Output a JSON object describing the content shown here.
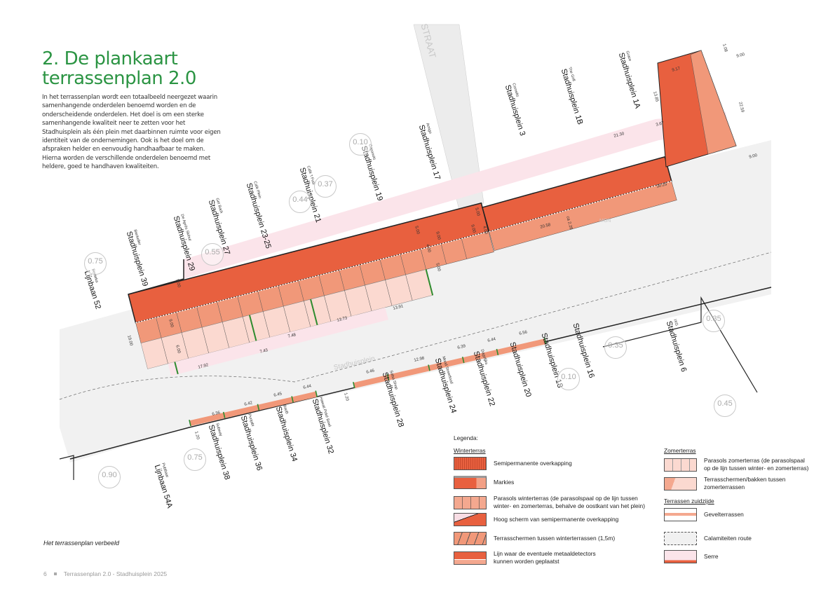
{
  "title": {
    "line1": "2. De plankaart",
    "line2": "terrassenplan 2.0"
  },
  "intro": "In het terrassenplan wordt een totaalbeeld neergezet waarin samenhangende onderdelen benoemd worden en de onderscheidende onderdelen. Het doel is om een sterke samenhangende kwaliteit neer te zetten voor het Stadhuisplein als één plein met daarbinnen ruimte voor eigen identiteit van de ondernemingen. Ook is het doel om de afspraken helder en eenvoudig handhaafbaar te maken. Hierna worden de verschillende onderdelen benoemd met heldere, goed te handhaven kwaliteiten.",
  "caption": "Het terrassenplan verbeeld",
  "footer": {
    "page": "6",
    "text": "Terrassenplan 2.0 - Stadhuisplein 2025"
  },
  "colors": {
    "accent": "#2b9443",
    "winter": "#e8603f",
    "winter_light": "#f4a88f",
    "zomer": "#fbd9d0",
    "serre": "#fbe4ea",
    "plaza": "#efefef"
  },
  "map": {
    "street_top": "STRAAT",
    "plaza_name": "Stadhuisplein",
    "mon": "MON",
    "addresses": [
      {
        "name": "Lijnbaan 52",
        "business": "Bertieka"
      },
      {
        "name": "Stadhuisplein 39",
        "business": "Bierkeller"
      },
      {
        "name": "Stadhuisplein 29",
        "business": "De Aprés Skihut"
      },
      {
        "name": "Stadhuisplein 27",
        "business": "Get Back"
      },
      {
        "name": "Stadhuisplein 23-25",
        "business": "Café Plein"
      },
      {
        "name": "Stadhuisplein 21",
        "business": "Café 't Fust"
      },
      {
        "name": "Stadhuisplein 19",
        "business": "Coconuts"
      },
      {
        "name": "Stadhuisplein 17",
        "business": "Amigo"
      },
      {
        "name": "Stadhuisplein 3",
        "business": "Cornelis"
      },
      {
        "name": "Stadhuisplein 1B",
        "business": "The Grill"
      },
      {
        "name": "Stadhuisplein 1A",
        "business": "Grace"
      },
      {
        "name": "Lijnbaan 54A",
        "business": "PubBaar"
      },
      {
        "name": "Stadhuisplein 38",
        "business": "Subway"
      },
      {
        "name": "Stadhuisplein 36",
        "business": "Punjabi"
      },
      {
        "name": "Stadhuisplein 34",
        "business": "BaoB"
      },
      {
        "name": "Stadhuisplein 32",
        "business": "Hawaii Poké Bowl"
      },
      {
        "name": "Stadhuisplein 28",
        "business": "Salsa Shop"
      },
      {
        "name": "Stadhuisplein 24",
        "business": "Mood Streetfood"
      },
      {
        "name": "Stadhuisplein 22",
        "business": "Dagelijks"
      },
      {
        "name": "Stadhuisplein 20",
        "business": ""
      },
      {
        "name": "Stadhuisplein 18",
        "business": ""
      },
      {
        "name": "Stadhuisplein 16",
        "business": ""
      },
      {
        "name": "Stadhuisplein 6",
        "business": "IXG"
      }
    ],
    "dimensions": [
      "5.00",
      "9.00",
      "4.00",
      "5.00",
      "13.91",
      "13.73",
      "7.48",
      "7.43",
      "17.92",
      "19.00",
      "9.00",
      "6.00",
      "5.00",
      "21.30",
      "3.67",
      "13.85",
      "9.17",
      "1.08",
      "9.00",
      "22.59",
      "9.00",
      "30.25",
      "20.58",
      "ca 2.28",
      "5.00",
      "9.00",
      "4.00",
      "6.56",
      "6.44",
      "6.39",
      "12.98",
      "6.46",
      "1.20",
      "6.44",
      "6.45",
      "6.42",
      "6.36",
      "1.20"
    ],
    "elevations": [
      "0.75",
      "0.55",
      "0.44",
      "0.37",
      "0.10",
      "0.10",
      "0.35",
      "0.35",
      "0.45",
      "0.75",
      "0.90"
    ]
  },
  "legend": {
    "title": "Legenda:",
    "winter_heading": "Winterterras",
    "winter_items": [
      {
        "label": "Semipermanente overkapping"
      },
      {
        "label": "Markies"
      },
      {
        "label": "Parasols winterterras (de parasolspaal op de lijn tussen",
        "label2": "winter- en zomerterras, behalve de oostkant van het plein)"
      },
      {
        "label": "Hoog scherm van semipermanente overkapping"
      },
      {
        "label": "Terrasschermen tussen winterterrassen (1,5m)"
      },
      {
        "label": "Lijn waar de eventuele metaaldetectors",
        "label2": "kunnen worden geplaatst"
      }
    ],
    "zomer_heading": "Zomerterras",
    "zomer_items": [
      {
        "label": "Parasols zomerterras (de parasolspaal",
        "label2": "op de lijn tussen winter- en zomerterras)"
      },
      {
        "label": "Terrasschermen/bakken tussen",
        "label2": "zomerterrassen"
      }
    ],
    "zuid_heading": "Terrassen zuidzijde",
    "zuid_items": [
      {
        "label": "Gevelterrassen"
      },
      {
        "label": "Calamiteiten route"
      },
      {
        "label": "Serre"
      }
    ]
  }
}
